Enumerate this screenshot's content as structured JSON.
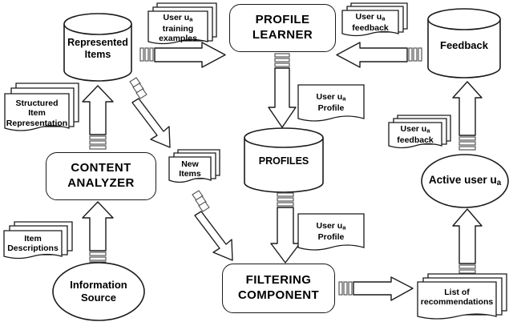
{
  "diagram": {
    "title": "Content-based recommender system architecture",
    "stroke_color": "#1a1a1a",
    "fill_color": "#ffffff",
    "text_color": "#000000"
  },
  "processes": [
    {
      "id": "profile-learner",
      "label_line1": "PROFILE",
      "label_line2": "LEARNER"
    },
    {
      "id": "content-analyzer",
      "label_line1": "CONTENT",
      "label_line2": "ANALYZER"
    },
    {
      "id": "filtering-component",
      "label_line1": "FILTERING",
      "label_line2": "COMPONENT"
    }
  ],
  "datastores": [
    {
      "id": "represented-items",
      "label_line1": "Represented",
      "label_line2": "Items"
    },
    {
      "id": "profiles",
      "label_line1": "PROFILES",
      "label_line2": ""
    },
    {
      "id": "feedback",
      "label_line1": "Feedback",
      "label_line2": ""
    }
  ],
  "actors": [
    {
      "id": "information-source",
      "label_line1": "Information",
      "label_line2": "Source"
    },
    {
      "id": "active-user",
      "label_line1": "Active user",
      "label_sub": "u",
      "label_subscript": "a"
    }
  ],
  "documents": [
    {
      "id": "structured-item-representation",
      "line1": "Structured",
      "line2": "Item",
      "line3": "Representation"
    },
    {
      "id": "user-training-examples",
      "line1": "User u",
      "line1_sub": "a",
      "line2": "training",
      "line3": "examples"
    },
    {
      "id": "user-feedback-top",
      "line1": "User u",
      "line1_sub": "a",
      "line2": "feedback",
      "line3": ""
    },
    {
      "id": "user-profile-top",
      "line1": "User u",
      "line1_sub": "a",
      "line2": "Profile",
      "line3": ""
    },
    {
      "id": "new-items",
      "line1": "New",
      "line2": "Items",
      "line3": ""
    },
    {
      "id": "item-descriptions",
      "line1": "Item",
      "line2": "Descriptions",
      "line3": ""
    },
    {
      "id": "user-feedback-right",
      "line1": "User u",
      "line1_sub": "a",
      "line2": "feedback",
      "line3": ""
    },
    {
      "id": "user-profile-bottom",
      "line1": "User u",
      "line1_sub": "a",
      "line2": "Profile",
      "line3": ""
    },
    {
      "id": "list-of-recommendations",
      "line1": "List of",
      "line2": "recommendations",
      "line3": ""
    }
  ],
  "arrows": [
    {
      "id": "training-examples-to-profile-learner",
      "direction": "right"
    },
    {
      "id": "feedback-to-profile-learner",
      "direction": "left"
    },
    {
      "id": "profile-learner-to-profiles",
      "direction": "down"
    },
    {
      "id": "item-descriptions-to-content-analyzer",
      "direction": "up"
    },
    {
      "id": "content-analyzer-to-represented-items",
      "direction": "up"
    },
    {
      "id": "represented-items-to-new-items",
      "direction": "down-right"
    },
    {
      "id": "new-items-to-filtering-component",
      "direction": "down-right"
    },
    {
      "id": "profiles-to-filtering-component",
      "direction": "down"
    },
    {
      "id": "filtering-to-recommendations",
      "direction": "right"
    },
    {
      "id": "recommendations-to-active-user",
      "direction": "up"
    },
    {
      "id": "active-user-to-feedback",
      "direction": "up"
    }
  ]
}
